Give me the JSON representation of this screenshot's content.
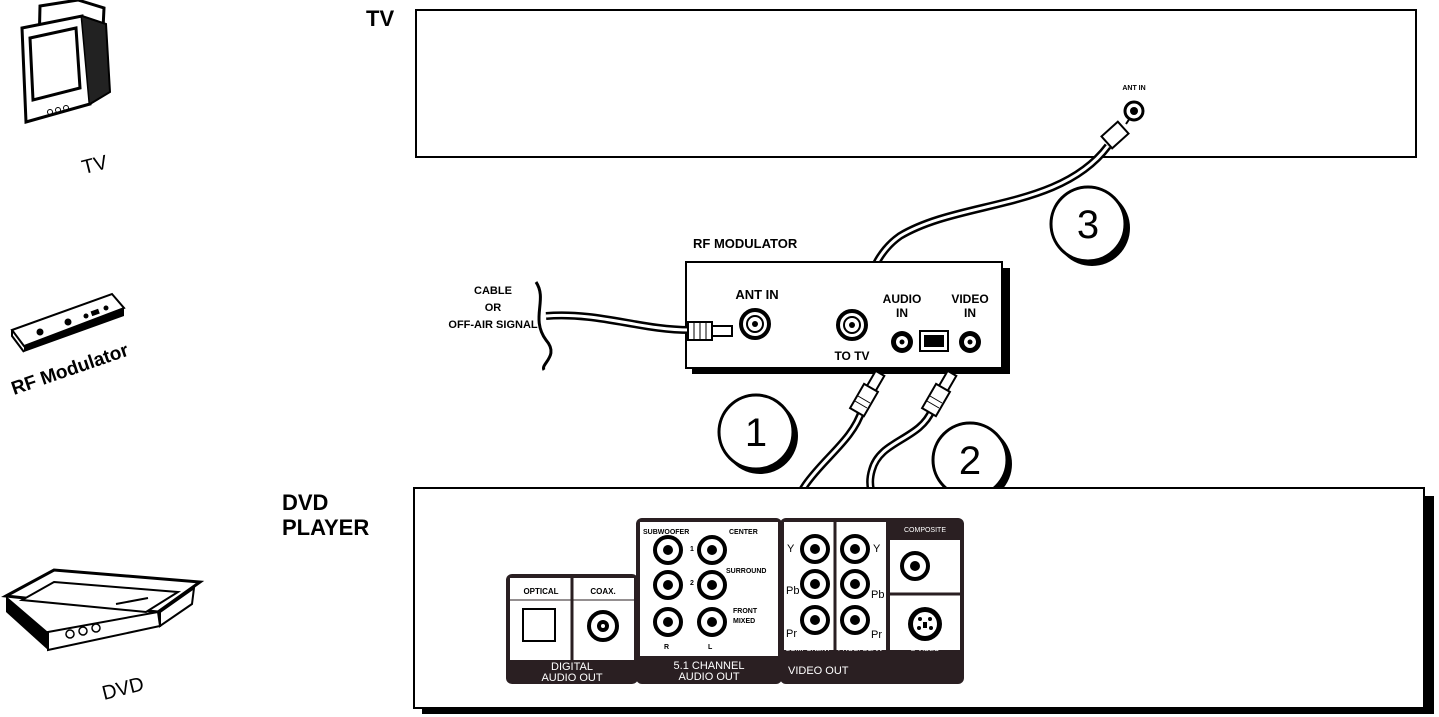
{
  "devices": {
    "tv_icon_label": "TV",
    "rf_icon_label": "RF Modulator",
    "dvd_icon_label": "DVD"
  },
  "tv_panel": {
    "title": "TV",
    "ant_in": "ANT IN"
  },
  "rf_modulator": {
    "title": "RF MODULATOR",
    "signal_label_line1": "CABLE",
    "signal_label_line2": "OR",
    "signal_label_line3": "OFF-AIR SIGNAL",
    "ant_in": "ANT IN",
    "to_tv": "TO TV",
    "audio_in_line1": "AUDIO",
    "audio_in_line2": "IN",
    "video_in_line1": "VIDEO",
    "video_in_line2": "IN"
  },
  "steps": {
    "step1": "1",
    "step2": "2",
    "step3": "3"
  },
  "dvd_player": {
    "title_line1": "DVD",
    "title_line2": "PLAYER",
    "optical": "OPTICAL",
    "coax": "COAX.",
    "digital_out_line1": "DIGITAL",
    "digital_out_line2": "AUDIO OUT",
    "subwoofer": "SUBWOOFER",
    "center": "CENTER",
    "num1": "1",
    "num2": "2",
    "surround": "SURROUND",
    "front_mixed_line1": "FRONT",
    "front_mixed_line2": "MIXED",
    "r": "R",
    "l": "L",
    "channel_out_line1": "5.1 CHANNEL",
    "channel_out_line2": "AUDIO OUT",
    "y": "Y",
    "pb": "Pb",
    "pr": "Pr",
    "component": "COMPONENT",
    "prog_scan": "PROG. SCAN",
    "composite": "COMPOSITE",
    "s_video": "S-VIDEO",
    "video_out": "VIDEO OUT"
  }
}
